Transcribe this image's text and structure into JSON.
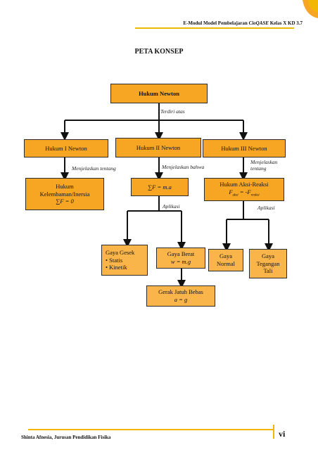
{
  "header": {
    "text_prefix": "E-Modul Model Pembelajaran ",
    "brand": "CioQASE",
    "text_suffix": " Kelas X KD 3.7"
  },
  "title": "PETA KONSEP",
  "nodes": {
    "root": "Hukum Newton",
    "n1": "Hukum I Newton",
    "n2": "Hukum II Newton",
    "n3": "Hukum III Newton",
    "n1_detail_line1": "Hukum",
    "n1_detail_line2": "Kelembaman/Inersia",
    "n1_detail_line3": "∑F = 0",
    "n2_detail": "∑F = m.a",
    "n3_detail_line1": "Hukum Aksi-Reaksi",
    "n3_detail_f1": "F",
    "n3_detail_f1_sub": "aksi",
    "n3_detail_mid": " = -F",
    "n3_detail_f2_sub": "reaksi",
    "gesek_title": "Gaya Gesek",
    "gesek_items": [
      "Statis",
      "Kinetik"
    ],
    "berat_line1": "Gaya Berat",
    "berat_line2": "w = m.g",
    "normal_line1": "Gaya",
    "normal_line2": "Normal",
    "tegangan_line1": "Gaya",
    "tegangan_line2": "Tegangan",
    "tegangan_line3": "Tali",
    "gjb_line1": "Gerak Jatuh Bebas",
    "gjb_line2": "a = g"
  },
  "labels": {
    "terdiri": "Terdiri atas",
    "menjelaskan_tentang_1": "Menjelaskan tentang",
    "menjelaskan_bahwa": "Menjelaskan bahwa",
    "menjelaskan_tentang_3_line1": "Menjelaskan",
    "menjelaskan_tentang_3_line2": "tentang",
    "aplikasi_2": "Aplikasi",
    "aplikasi_3": "Aplikasi"
  },
  "footer": {
    "author": "Shinta Afnesia, Jurusan Pendidikan Fisika",
    "page": "vi"
  },
  "colors": {
    "box_fill": "#F6A623",
    "accent": "#F2B705"
  }
}
